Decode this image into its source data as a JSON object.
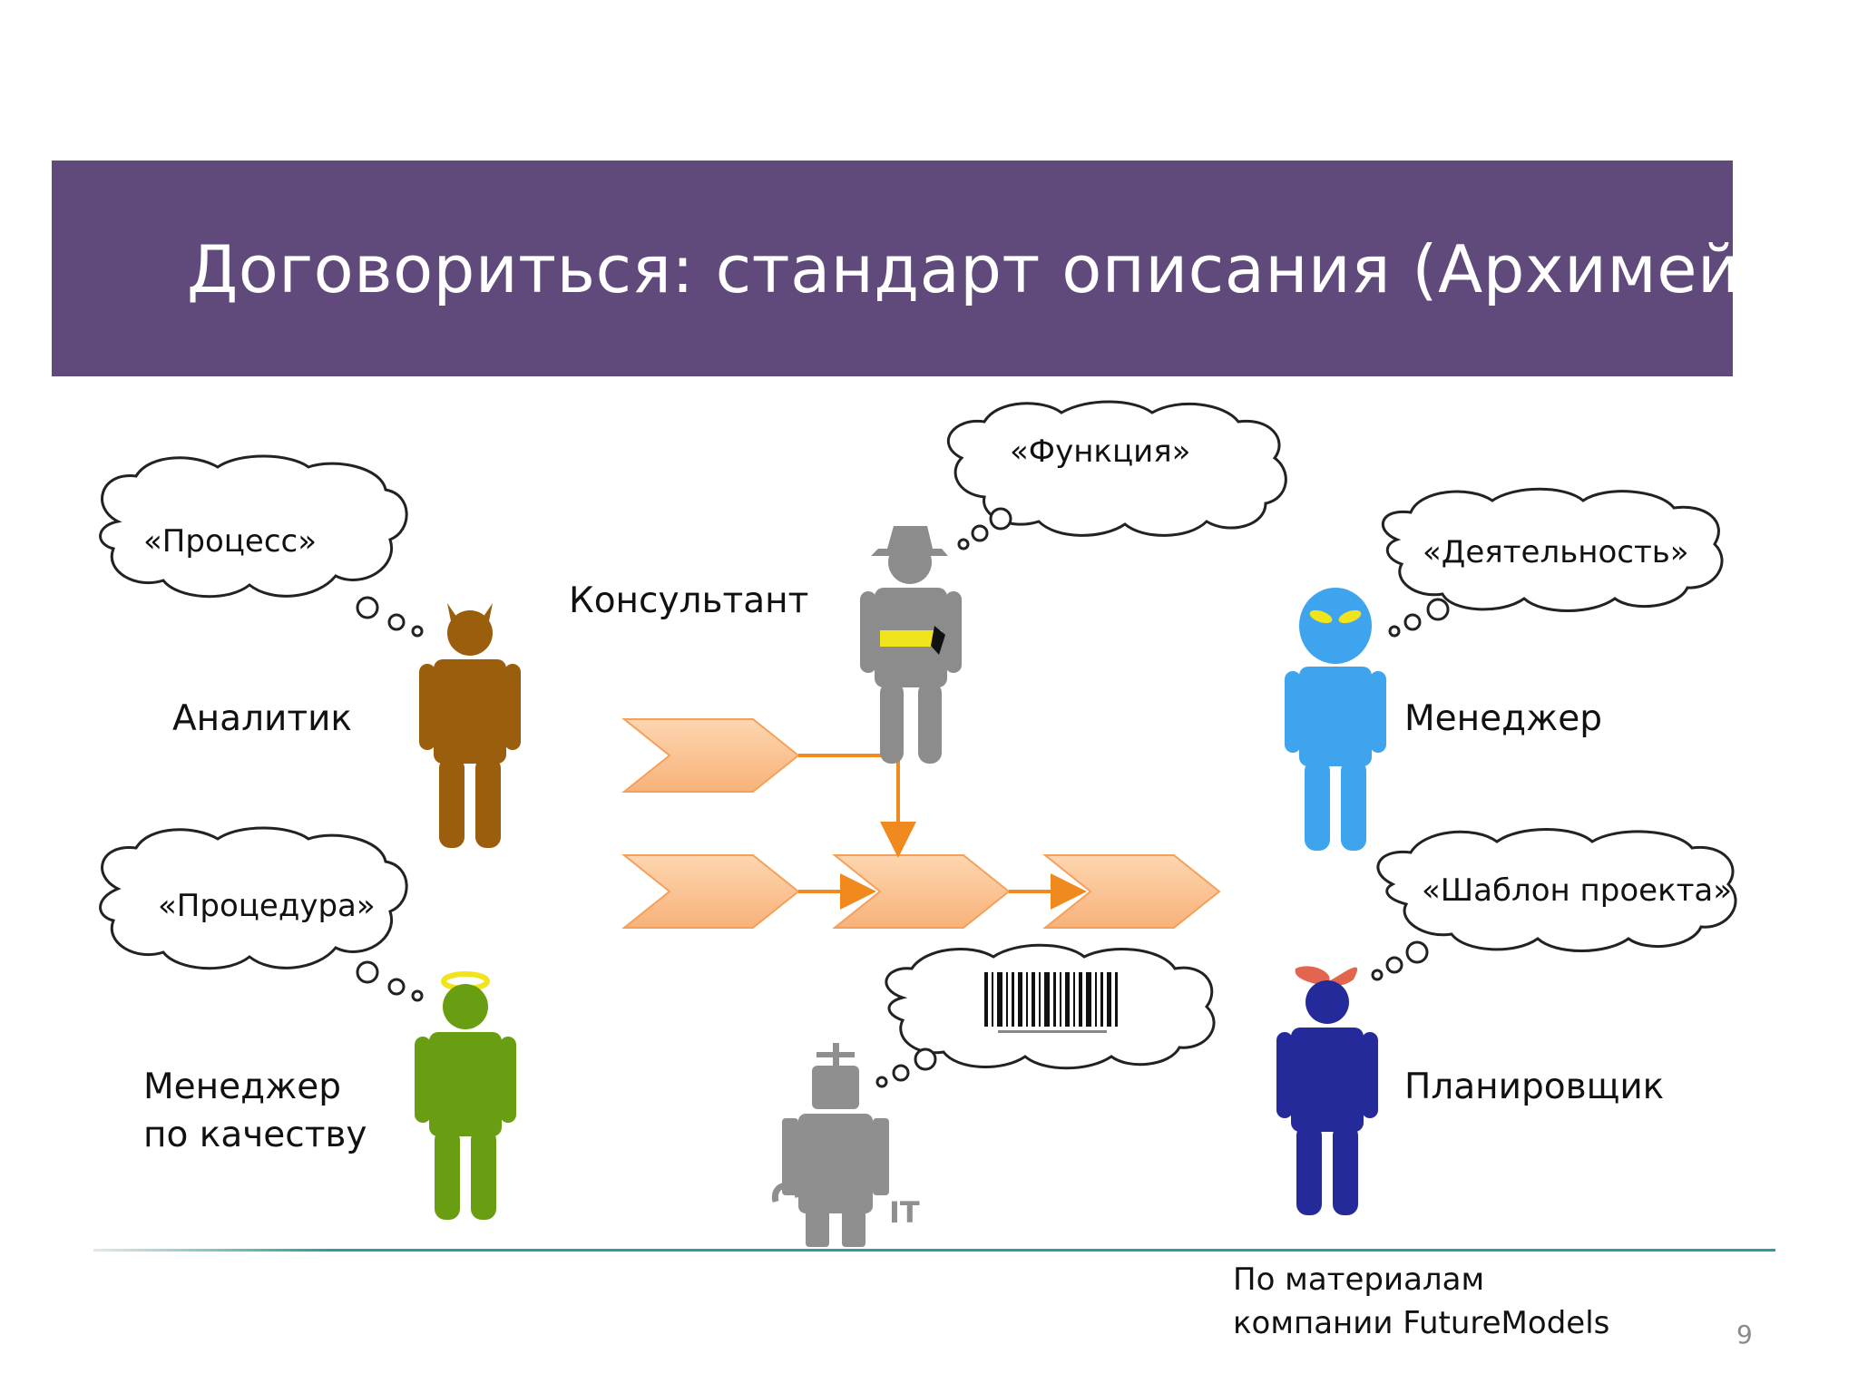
{
  "slide": {
    "title": "Договориться: стандарт описания (Архимейт)",
    "page_number": "9",
    "source_note": [
      "По материалам",
      "компании FutureModels"
    ]
  },
  "roles": {
    "analyst": {
      "label": "Аналитик",
      "thought": "«Процесс»"
    },
    "consultant": {
      "label": "Консультант",
      "thought": "«Функция»"
    },
    "manager": {
      "label": "Менеджер",
      "thought": "«Деятельность»"
    },
    "quality_manager": {
      "label_line1": "Менеджер",
      "label_line2": "по качеству",
      "thought": "«Процедура»"
    },
    "planner": {
      "label": "Планировщик",
      "thought": "«Шаблон проекта»"
    },
    "it": {
      "label": "IT",
      "thought_icon": "barcode-icon"
    }
  },
  "colors": {
    "title_bar": "#5f4a7b",
    "chevron_fill": "#fbbf8a",
    "arrow": "#f08a1e",
    "analyst": "#9a5e0d",
    "consultant": "#8c8c8c",
    "manager": "#3fa4ee",
    "quality_manager": "#6a9e12",
    "planner": "#252a9a",
    "it": "#8f8f8f",
    "footer_line": "#2a9d9a"
  }
}
